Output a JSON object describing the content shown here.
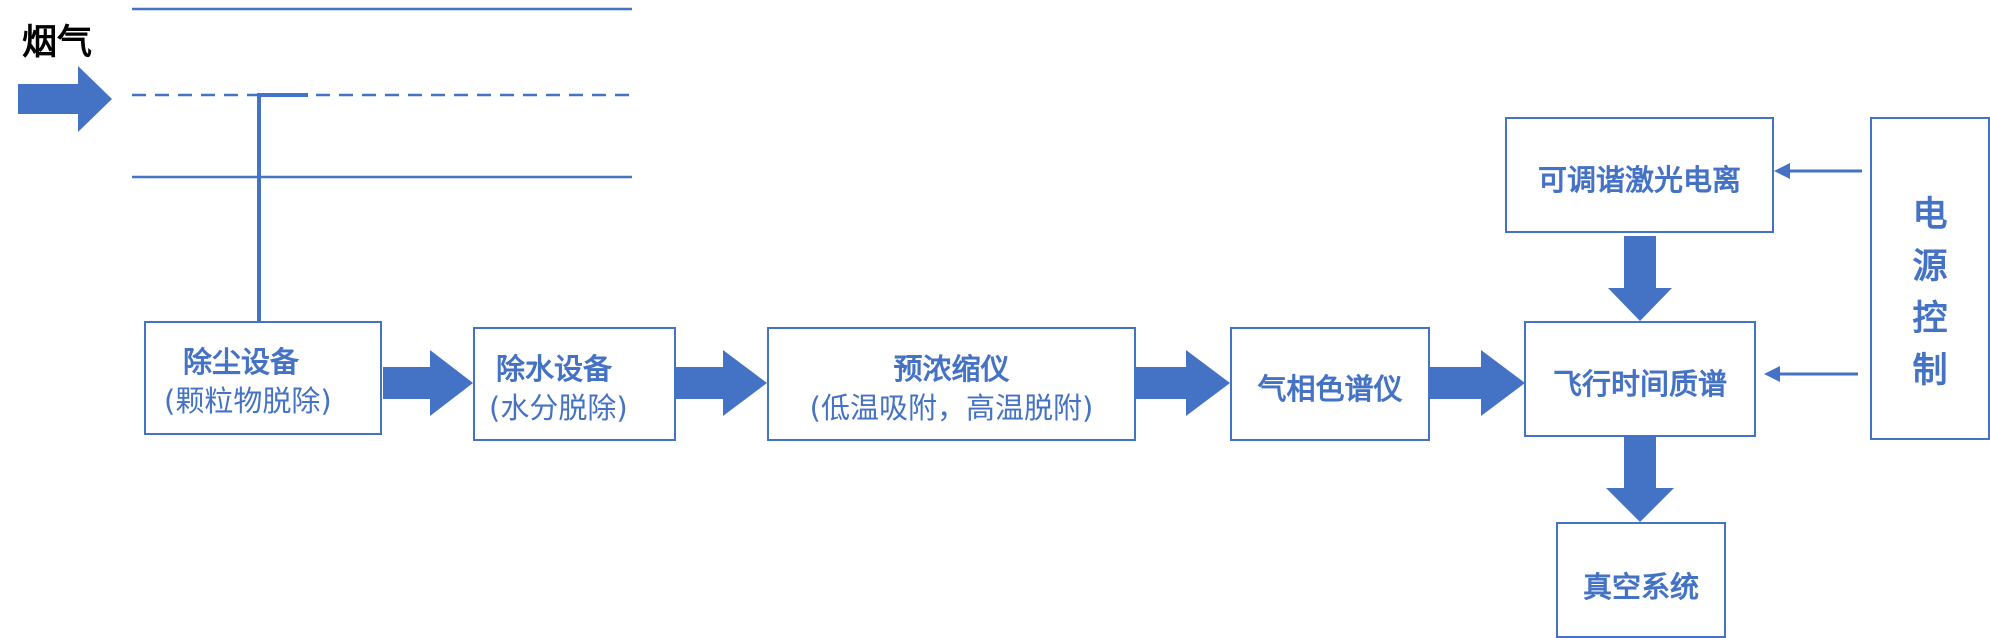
{
  "colors": {
    "accent": "#4472c4",
    "text_dark": "#000000"
  },
  "flue_gas_label": "烟气",
  "boxes": {
    "dust_removal": {
      "title": "除尘设备",
      "subtitle": "(颗粒物脱除)"
    },
    "water_removal": {
      "title": "除水设备",
      "subtitle": "(水分脱除)"
    },
    "preconcentrator": {
      "title": "预浓缩仪",
      "subtitle": "(低温吸附，高温脱附)"
    },
    "gas_chromatograph": {
      "title": "气相色谱仪"
    },
    "tof_ms": {
      "title": "飞行时间质谱"
    },
    "laser_ionization": {
      "title": "可调谐激光电离"
    },
    "vacuum_system": {
      "title": "真空系统"
    },
    "power_control": {
      "chars": [
        "电",
        "源",
        "控",
        "制"
      ]
    }
  }
}
